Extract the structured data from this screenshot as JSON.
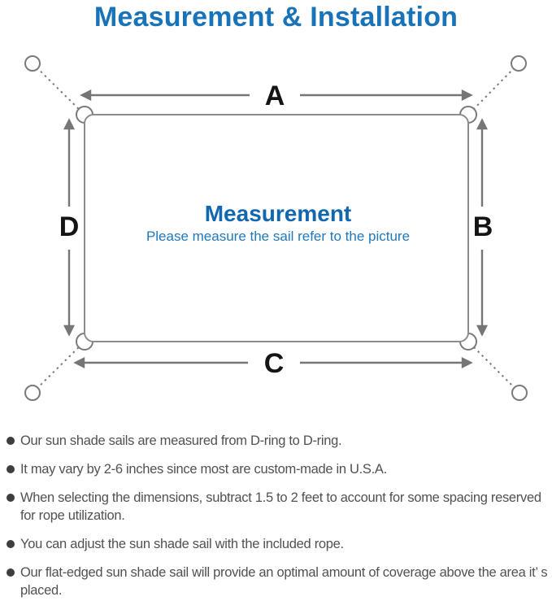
{
  "title": "Measurement & Installation",
  "diagram": {
    "center_title": "Measurement",
    "center_subtitle": "Please measure the sail refer to the picture",
    "labels": {
      "top": "A",
      "right": "B",
      "bottom": "C",
      "left": "D"
    },
    "colors": {
      "title_blue": "#1973b9",
      "center_heading_blue": "#1268b0",
      "center_subtitle_blue": "#1f78bd",
      "line_gray": "#7a7a7a",
      "sail_outline_gray": "#8c8c8c",
      "dimension_label_black": "#141414",
      "note_text_gray": "#515151"
    }
  },
  "notes": {
    "items": [
      "Our sun shade sails are measured from D-ring to D-ring.",
      "It may vary by 2-6 inches since most are custom-made in U.S.A.",
      "When selecting the dimensions, subtract 1.5 to 2 feet to account for some spacing reserved for rope utilization.",
      "You can adjust the sun shade sail with the included rope.",
      "Our flat-edged sun shade sail will provide an optimal amount of coverage above the area it’ s placed."
    ]
  }
}
